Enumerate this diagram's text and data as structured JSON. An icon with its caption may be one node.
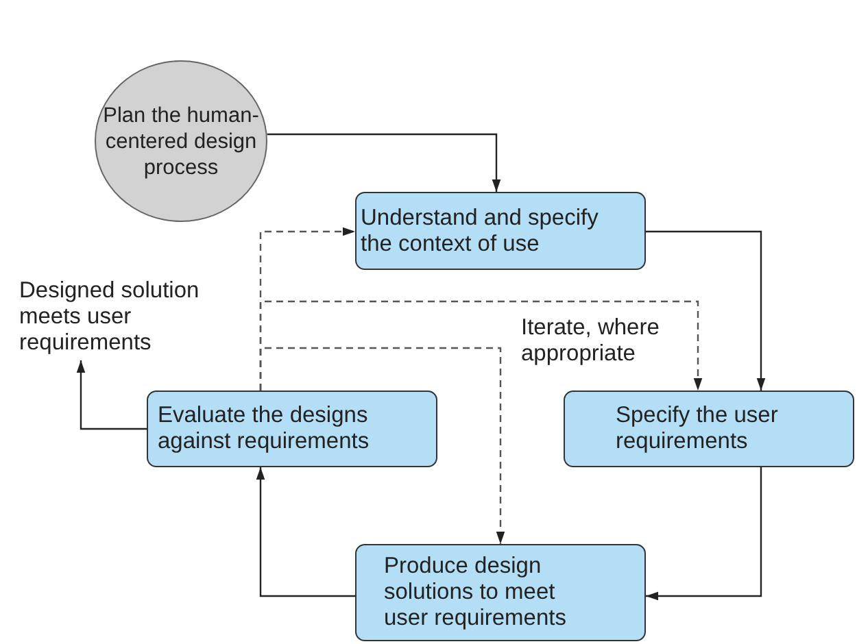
{
  "diagram": {
    "nodes": [
      {
        "text": [
          "Plan the human-centered design process"
        ]
      },
      {
        "text": [
          "Understand and specify the context of use"
        ]
      },
      {
        "text": [
          "Specify the user requirements"
        ]
      },
      {
        "text": [
          "Produce design solutions to meet user requirements"
        ]
      },
      {
        "text": [
          "Evaluate the designs against requirements"
        ]
      },
      {
        "text": [
          "Designed solution meets user requirements"
        ]
      }
    ],
    "edges": [
      {
        "from": 0,
        "to": 1,
        "arrow": "to"
      },
      {
        "from": 1,
        "to": 2,
        "arrow": "to"
      },
      {
        "from": 2,
        "to": 3,
        "arrow": "to"
      },
      {
        "from": 3,
        "to": 4,
        "arrow": "to"
      },
      {
        "from": 4,
        "to": 5,
        "arrow": "to"
      },
      {
        "from": 4,
        "to": 1,
        "arrow": "to",
        "style": "dashed"
      },
      {
        "from": 4,
        "to": 2,
        "arrow": "to",
        "style": "dashed"
      },
      {
        "from": 4,
        "to": 3,
        "arrow": "to",
        "style": "dashed"
      }
    ],
    "labels": [
      "Iterate, where appropriate"
    ]
  }
}
